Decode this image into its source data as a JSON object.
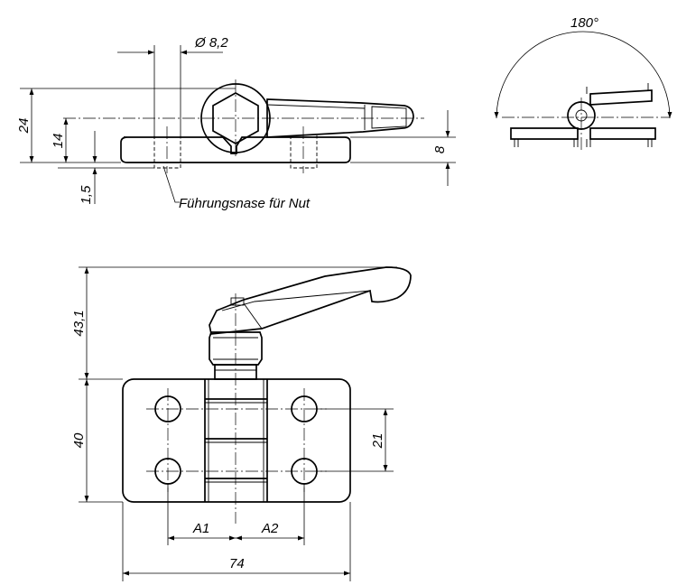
{
  "title": "",
  "views": {
    "top_side": {
      "dims": {
        "diameter": "Ø 8,2",
        "height_total": "24",
        "height_axis": "14",
        "height_right": "8",
        "nose_depth": "1,5"
      },
      "callout": "Führungsnase für Nut"
    },
    "rotation": {
      "angle": "180°"
    },
    "front": {
      "dims": {
        "lever_height": "43,1",
        "body_height": "40",
        "hole_spacing_v": "21",
        "a1": "A1",
        "a2": "A2",
        "width": "74"
      }
    }
  }
}
